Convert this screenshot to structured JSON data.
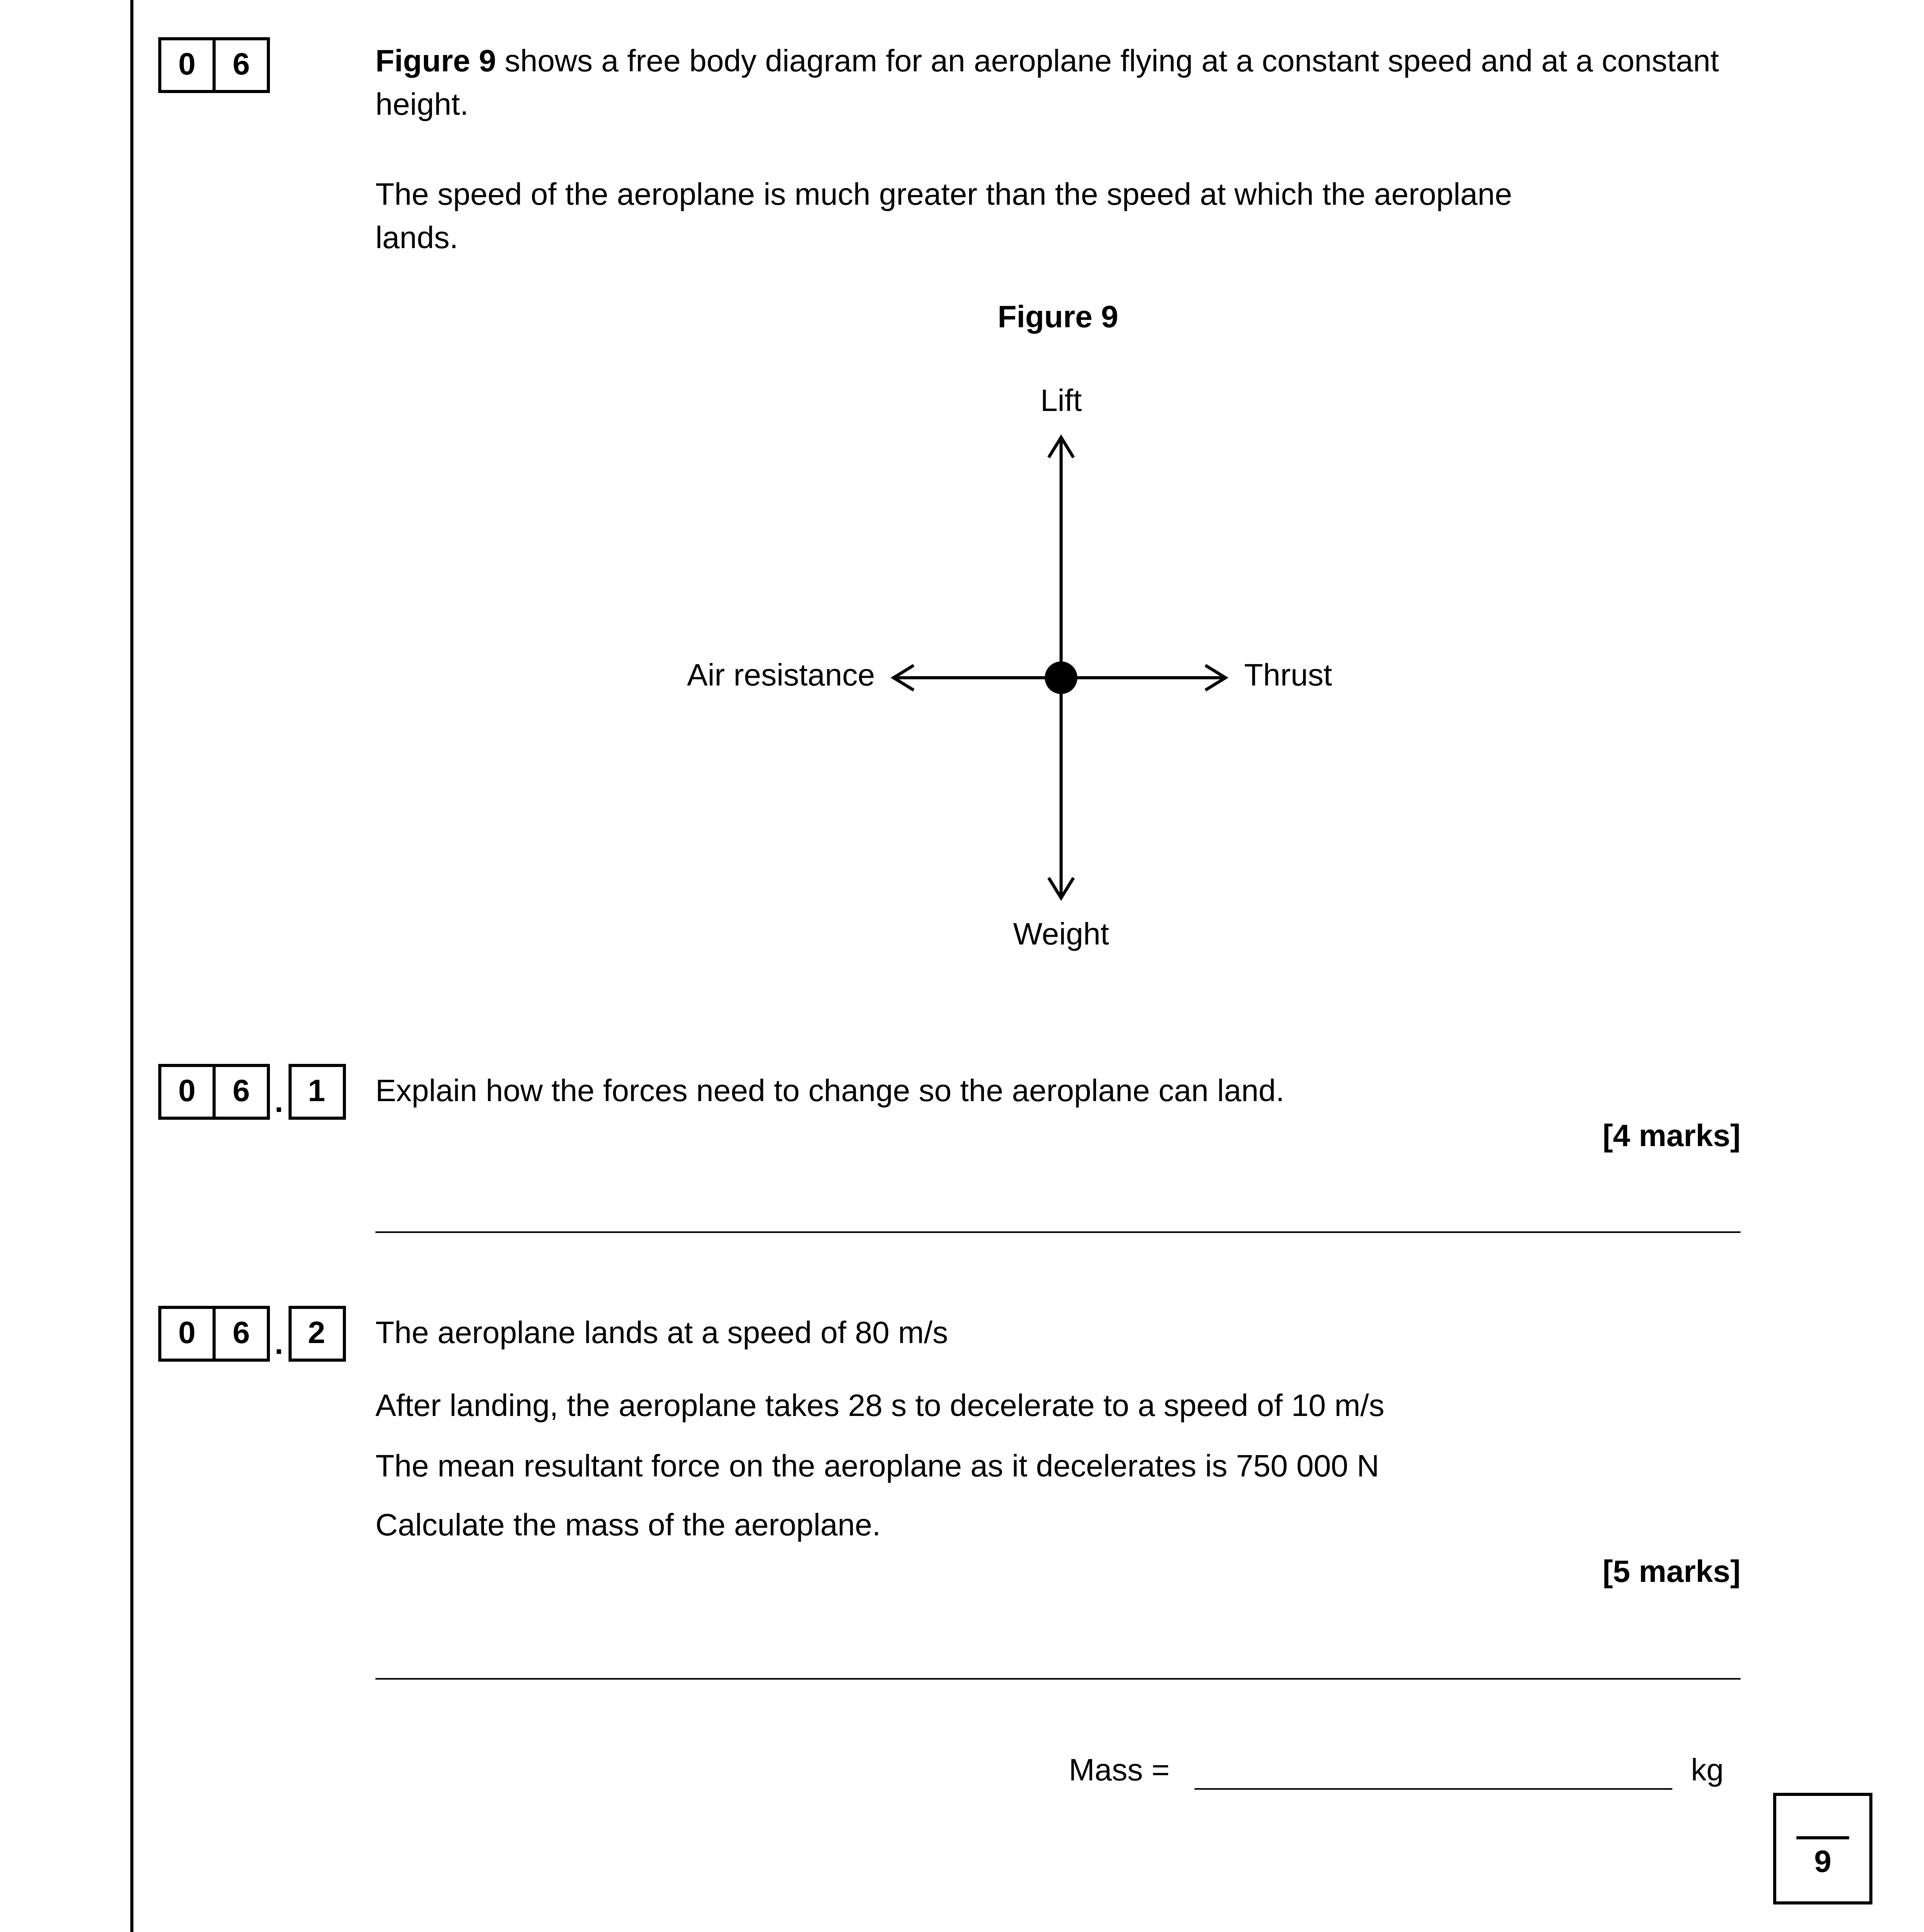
{
  "q06": {
    "marker": {
      "d1": "0",
      "d2": "6"
    },
    "intro_bold": "Figure 9",
    "intro_rest": " shows a free body diagram for an aeroplane flying at a constant speed and at a constant height.",
    "para2": "The speed of the aeroplane is much greater than the speed at which the aeroplane lands.",
    "figure_title": "Figure 9",
    "diagram": {
      "lift": "Lift",
      "air_resistance": "Air resistance",
      "thrust": "Thrust",
      "weight": "Weight"
    }
  },
  "q061": {
    "marker": {
      "d1": "0",
      "d2": "6",
      "dot": ".",
      "d3": "1"
    },
    "text": "Explain how the forces need to change so the aeroplane can land.",
    "marks": "[4 marks]"
  },
  "q062": {
    "marker": {
      "d1": "0",
      "d2": "6",
      "dot": ".",
      "d3": "2"
    },
    "line1": "The aeroplane lands at a speed of 80 m/s",
    "line2": "After landing, the aeroplane takes 28 s to decelerate to a speed of 10 m/s",
    "line3": "The mean resultant force on the aeroplane as it decelerates is 750 000 N",
    "line4": "Calculate the mass of the aeroplane.",
    "marks": "[5 marks]",
    "answer_label": "Mass =",
    "answer_unit": "kg"
  },
  "footer": {
    "total": "9"
  }
}
